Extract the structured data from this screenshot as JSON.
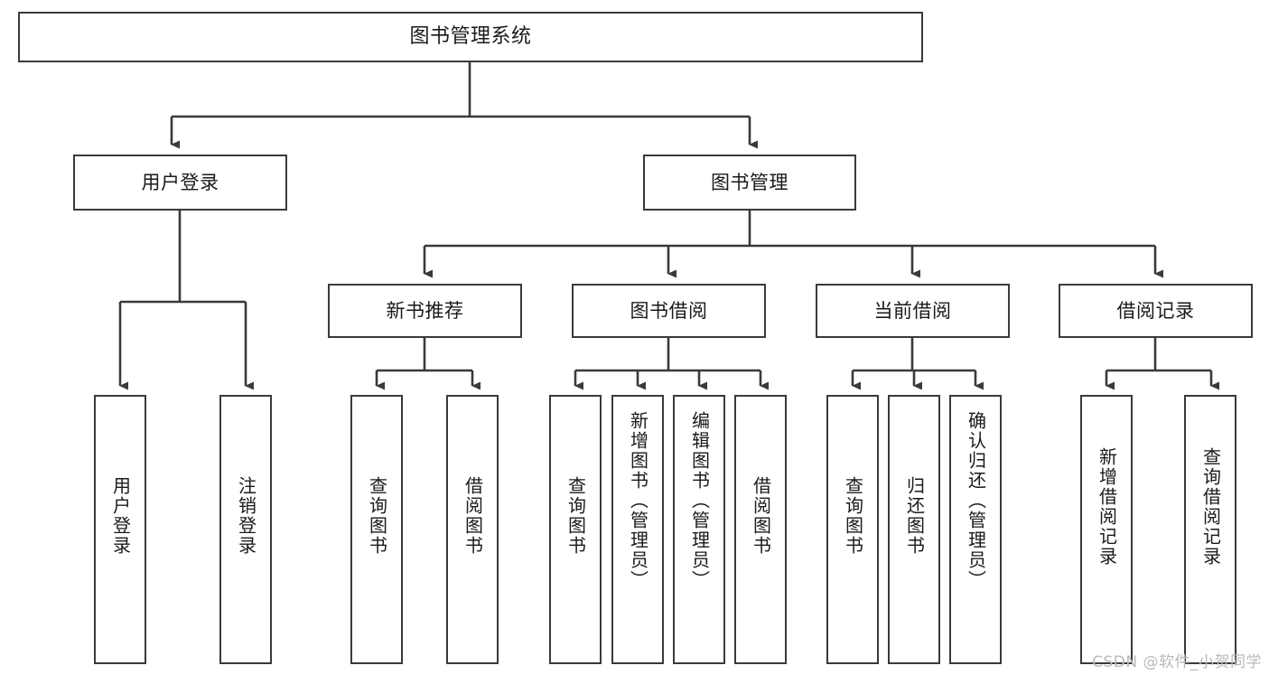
{
  "diagram": {
    "title": "图书管理系统",
    "type": "hierarchy-tree",
    "root": {
      "id": "root",
      "label": "图书管理系统"
    },
    "level2": [
      {
        "id": "user-login",
        "label": "用户登录"
      },
      {
        "id": "book-manage",
        "label": "图书管理"
      }
    ],
    "level3": [
      {
        "id": "new-book-rec",
        "label": "新书推荐"
      },
      {
        "id": "book-borrow",
        "label": "图书借阅"
      },
      {
        "id": "current-borrow",
        "label": "当前借阅"
      },
      {
        "id": "borrow-record",
        "label": "借阅记录"
      }
    ],
    "leaves": {
      "user_login": [
        {
          "id": "leaf-user-login",
          "label": "用户登录"
        },
        {
          "id": "leaf-logout",
          "label": "注销登录"
        }
      ],
      "new_book_rec": [
        {
          "id": "leaf-query-book-1",
          "label": "查询图书"
        },
        {
          "id": "leaf-borrow-book-1",
          "label": "借阅图书"
        }
      ],
      "book_borrow": [
        {
          "id": "leaf-query-book-2",
          "label": "查询图书"
        },
        {
          "id": "leaf-add-book",
          "label": "新增图书（管理员）"
        },
        {
          "id": "leaf-edit-book",
          "label": "编辑图书（管理员）"
        },
        {
          "id": "leaf-borrow-book-2",
          "label": "借阅图书"
        }
      ],
      "current_borrow": [
        {
          "id": "leaf-query-book-3",
          "label": "查询图书"
        },
        {
          "id": "leaf-return-book",
          "label": "归还图书"
        },
        {
          "id": "leaf-confirm-return",
          "label": "确认归还（管理员）"
        }
      ],
      "borrow_record": [
        {
          "id": "leaf-add-record",
          "label": "新增借阅记录"
        },
        {
          "id": "leaf-query-record",
          "label": "查询借阅记录"
        }
      ]
    }
  },
  "watermark": {
    "text": "CSDN @软件_小贺同学"
  },
  "colors": {
    "stroke": "#3a3a3a",
    "background": "#ffffff",
    "text": "#1a1a1a",
    "watermark": "#b9b9b9"
  }
}
